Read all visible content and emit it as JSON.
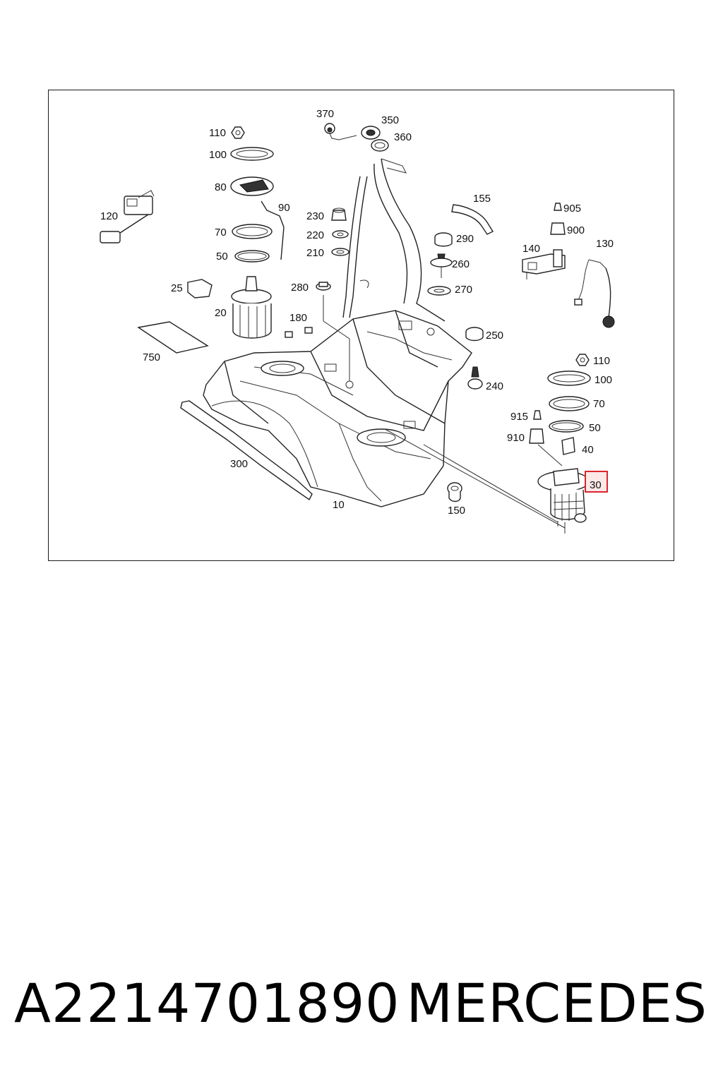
{
  "diagram": {
    "part_labels": {
      "p370": "370",
      "p350": "350",
      "p360": "360",
      "p110a": "110",
      "p100a": "100",
      "p80": "80",
      "p90": "90",
      "p120": "120",
      "p70a": "70",
      "p50a": "50",
      "p230": "230",
      "p220": "220",
      "p210": "210",
      "p155": "155",
      "p905": "905",
      "p900": "900",
      "p290": "290",
      "p260": "260",
      "p270": "270",
      "p140": "140",
      "p130": "130",
      "p25": "25",
      "p280": "280",
      "p20": "20",
      "p180": "180",
      "p750": "750",
      "p250": "250",
      "p110b": "110",
      "p100b": "100",
      "p240": "240",
      "p915": "915",
      "p70b": "70",
      "p50b": "50",
      "p910": "910",
      "p40": "40",
      "p300": "300",
      "p30": "30",
      "p10": "10",
      "p150": "150"
    },
    "highlighted_part": "30",
    "highlight_color": "#d9262e"
  },
  "caption": {
    "part_number": "A2214701890",
    "brand": "MERCEDES"
  }
}
